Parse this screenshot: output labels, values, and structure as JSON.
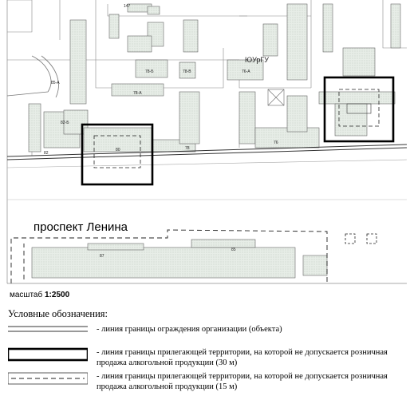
{
  "map": {
    "street_label": "проспект Ленина",
    "campus_label": "ЮУрГУ",
    "building_labels": [
      "147",
      "85-А",
      "82-Б",
      "82",
      "80",
      "78",
      "78-Б",
      "78-В",
      "78-А",
      "76-А",
      "76",
      "87",
      "85"
    ]
  },
  "scale": {
    "prefix": "масштаб",
    "value": "1:2500"
  },
  "legend": {
    "title": "Условные обозначения:",
    "items": [
      {
        "text": "- линия границы ограждения организации (объекта)"
      },
      {
        "text": "- линия границы прилегающей территории, на которой не допускается розничная продажа алкогольной продукции (30 м)"
      },
      {
        "text": "- линия границы прилегающей территории, на которой не допускается розничная продажа алкогольной продукции (15 м)"
      }
    ]
  }
}
